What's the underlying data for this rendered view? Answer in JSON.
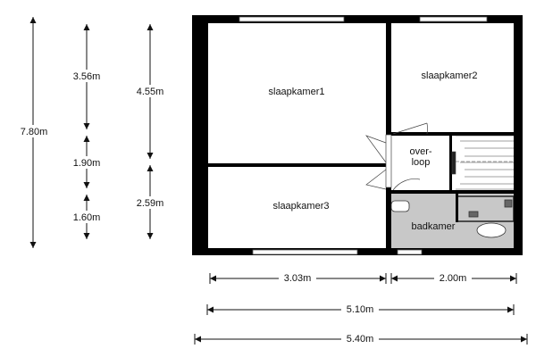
{
  "rooms": {
    "slaapkamer1": "slaapkamer1",
    "slaapkamer2": "slaapkamer2",
    "slaapkamer3": "slaapkamer3",
    "overloop_line1": "over-",
    "overloop_line2": "loop",
    "badkamer": "badkamer"
  },
  "dimensions": {
    "vertical": {
      "total": "7.80m",
      "col2": [
        "3.56m",
        "1.90m",
        "1.60m"
      ],
      "col3": [
        "4.55m",
        "2.59m"
      ]
    },
    "horizontal": {
      "row1": [
        "3.03m",
        "2.00m"
      ],
      "row2": "5.10m",
      "row3": "5.40m"
    }
  },
  "colors": {
    "wall": "#000000",
    "bathroom": "#c8c8c8"
  }
}
